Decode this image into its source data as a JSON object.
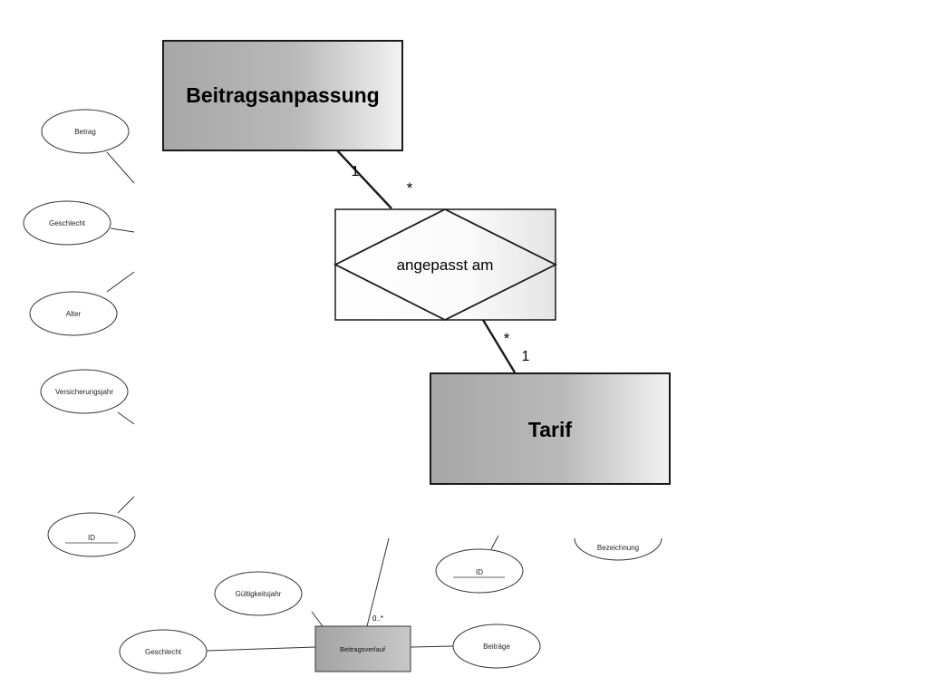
{
  "entities": {
    "beitragsanpassung": "Beitragsanpassung",
    "tarif": "Tarif",
    "beitragsverlauf": "Beitragsverlauf"
  },
  "relationship": {
    "label": "angepasst am"
  },
  "cardinalities": {
    "beitragsanpassung_one": "1",
    "beitragsanpassung_many": "*",
    "tarif_many": "*",
    "tarif_one": "1",
    "beitragsverlauf_many": "0..*"
  },
  "attributes": {
    "betrag": "Betrag",
    "geschlecht_left": "Geschlecht",
    "alter": "Alter",
    "versicherungsjahr": "Versicherungsjahr",
    "id_left": "ID",
    "gueltigkeitsjahr": "Gültigkeitsjahr",
    "geschlecht_bottom": "Geschlecht",
    "beitraege": "Beiträge",
    "id_tarif": "ID",
    "bezeichnung": "Bezeichnung"
  },
  "colors": {
    "entity_fill_dark": "#a9a9a9",
    "entity_fill_light": "#f0f0f0",
    "relationship_fill": "#ffffff",
    "stroke": "#1a1a1a"
  }
}
